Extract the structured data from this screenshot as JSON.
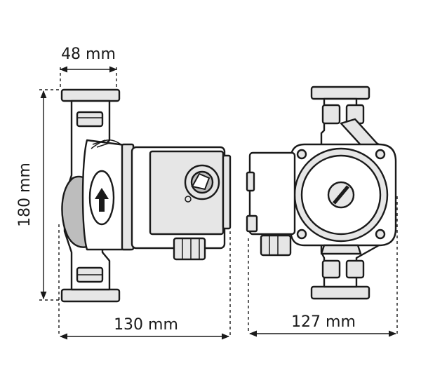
{
  "dimensions": {
    "flange_width": "48 mm",
    "height": "180 mm",
    "side_length": "130 mm",
    "front_width": "127 mm"
  },
  "colors": {
    "line": "#1a1a1a",
    "light_fill": "#e6e6e6",
    "mid_fill": "#bdbdbd",
    "background": "#ffffff"
  },
  "icons": {
    "flow_arrow": "arrow-up-icon"
  }
}
